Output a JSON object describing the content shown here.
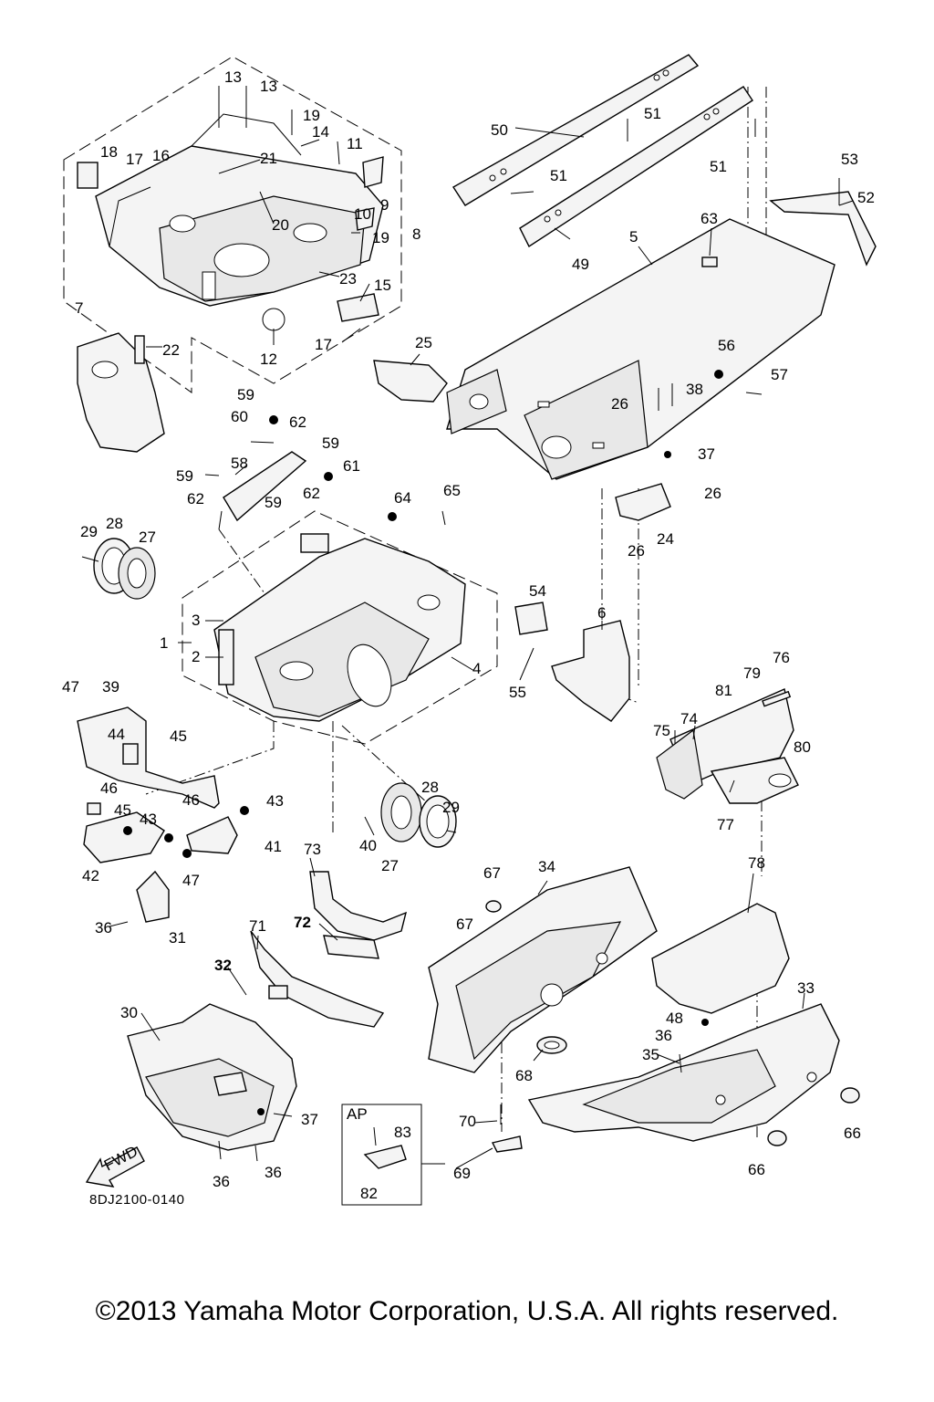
{
  "diagram": {
    "code": "8DJ2100-0140",
    "fwd_label": "FWD",
    "ap_label": "AP",
    "callouts": [
      "1",
      "2",
      "3",
      "4",
      "5",
      "6",
      "7",
      "8",
      "9",
      "10",
      "11",
      "12",
      "13",
      "13",
      "14",
      "15",
      "16",
      "17",
      "17",
      "18",
      "19",
      "19",
      "20",
      "21",
      "22",
      "23",
      "24",
      "25",
      "26",
      "26",
      "26",
      "26",
      "27",
      "27",
      "28",
      "28",
      "29",
      "29",
      "30",
      "31",
      "32",
      "33",
      "34",
      "35",
      "36",
      "36",
      "36",
      "36",
      "37",
      "37",
      "38",
      "39",
      "40",
      "41",
      "42",
      "43",
      "43",
      "44",
      "45",
      "45",
      "46",
      "46",
      "47",
      "47",
      "48",
      "49",
      "50",
      "51",
      "51",
      "51",
      "51",
      "52",
      "53",
      "54",
      "55",
      "56",
      "57",
      "58",
      "59",
      "59",
      "59",
      "59",
      "60",
      "61",
      "62",
      "62",
      "62",
      "63",
      "64",
      "65",
      "66",
      "66",
      "67",
      "67",
      "68",
      "69",
      "70",
      "71",
      "72",
      "73",
      "74",
      "75",
      "76",
      "77",
      "78",
      "79",
      "80",
      "81",
      "82",
      "83"
    ]
  },
  "footer": {
    "copyright": "©2013 Yamaha Motor Corporation, U.S.A. All rights reserved."
  }
}
